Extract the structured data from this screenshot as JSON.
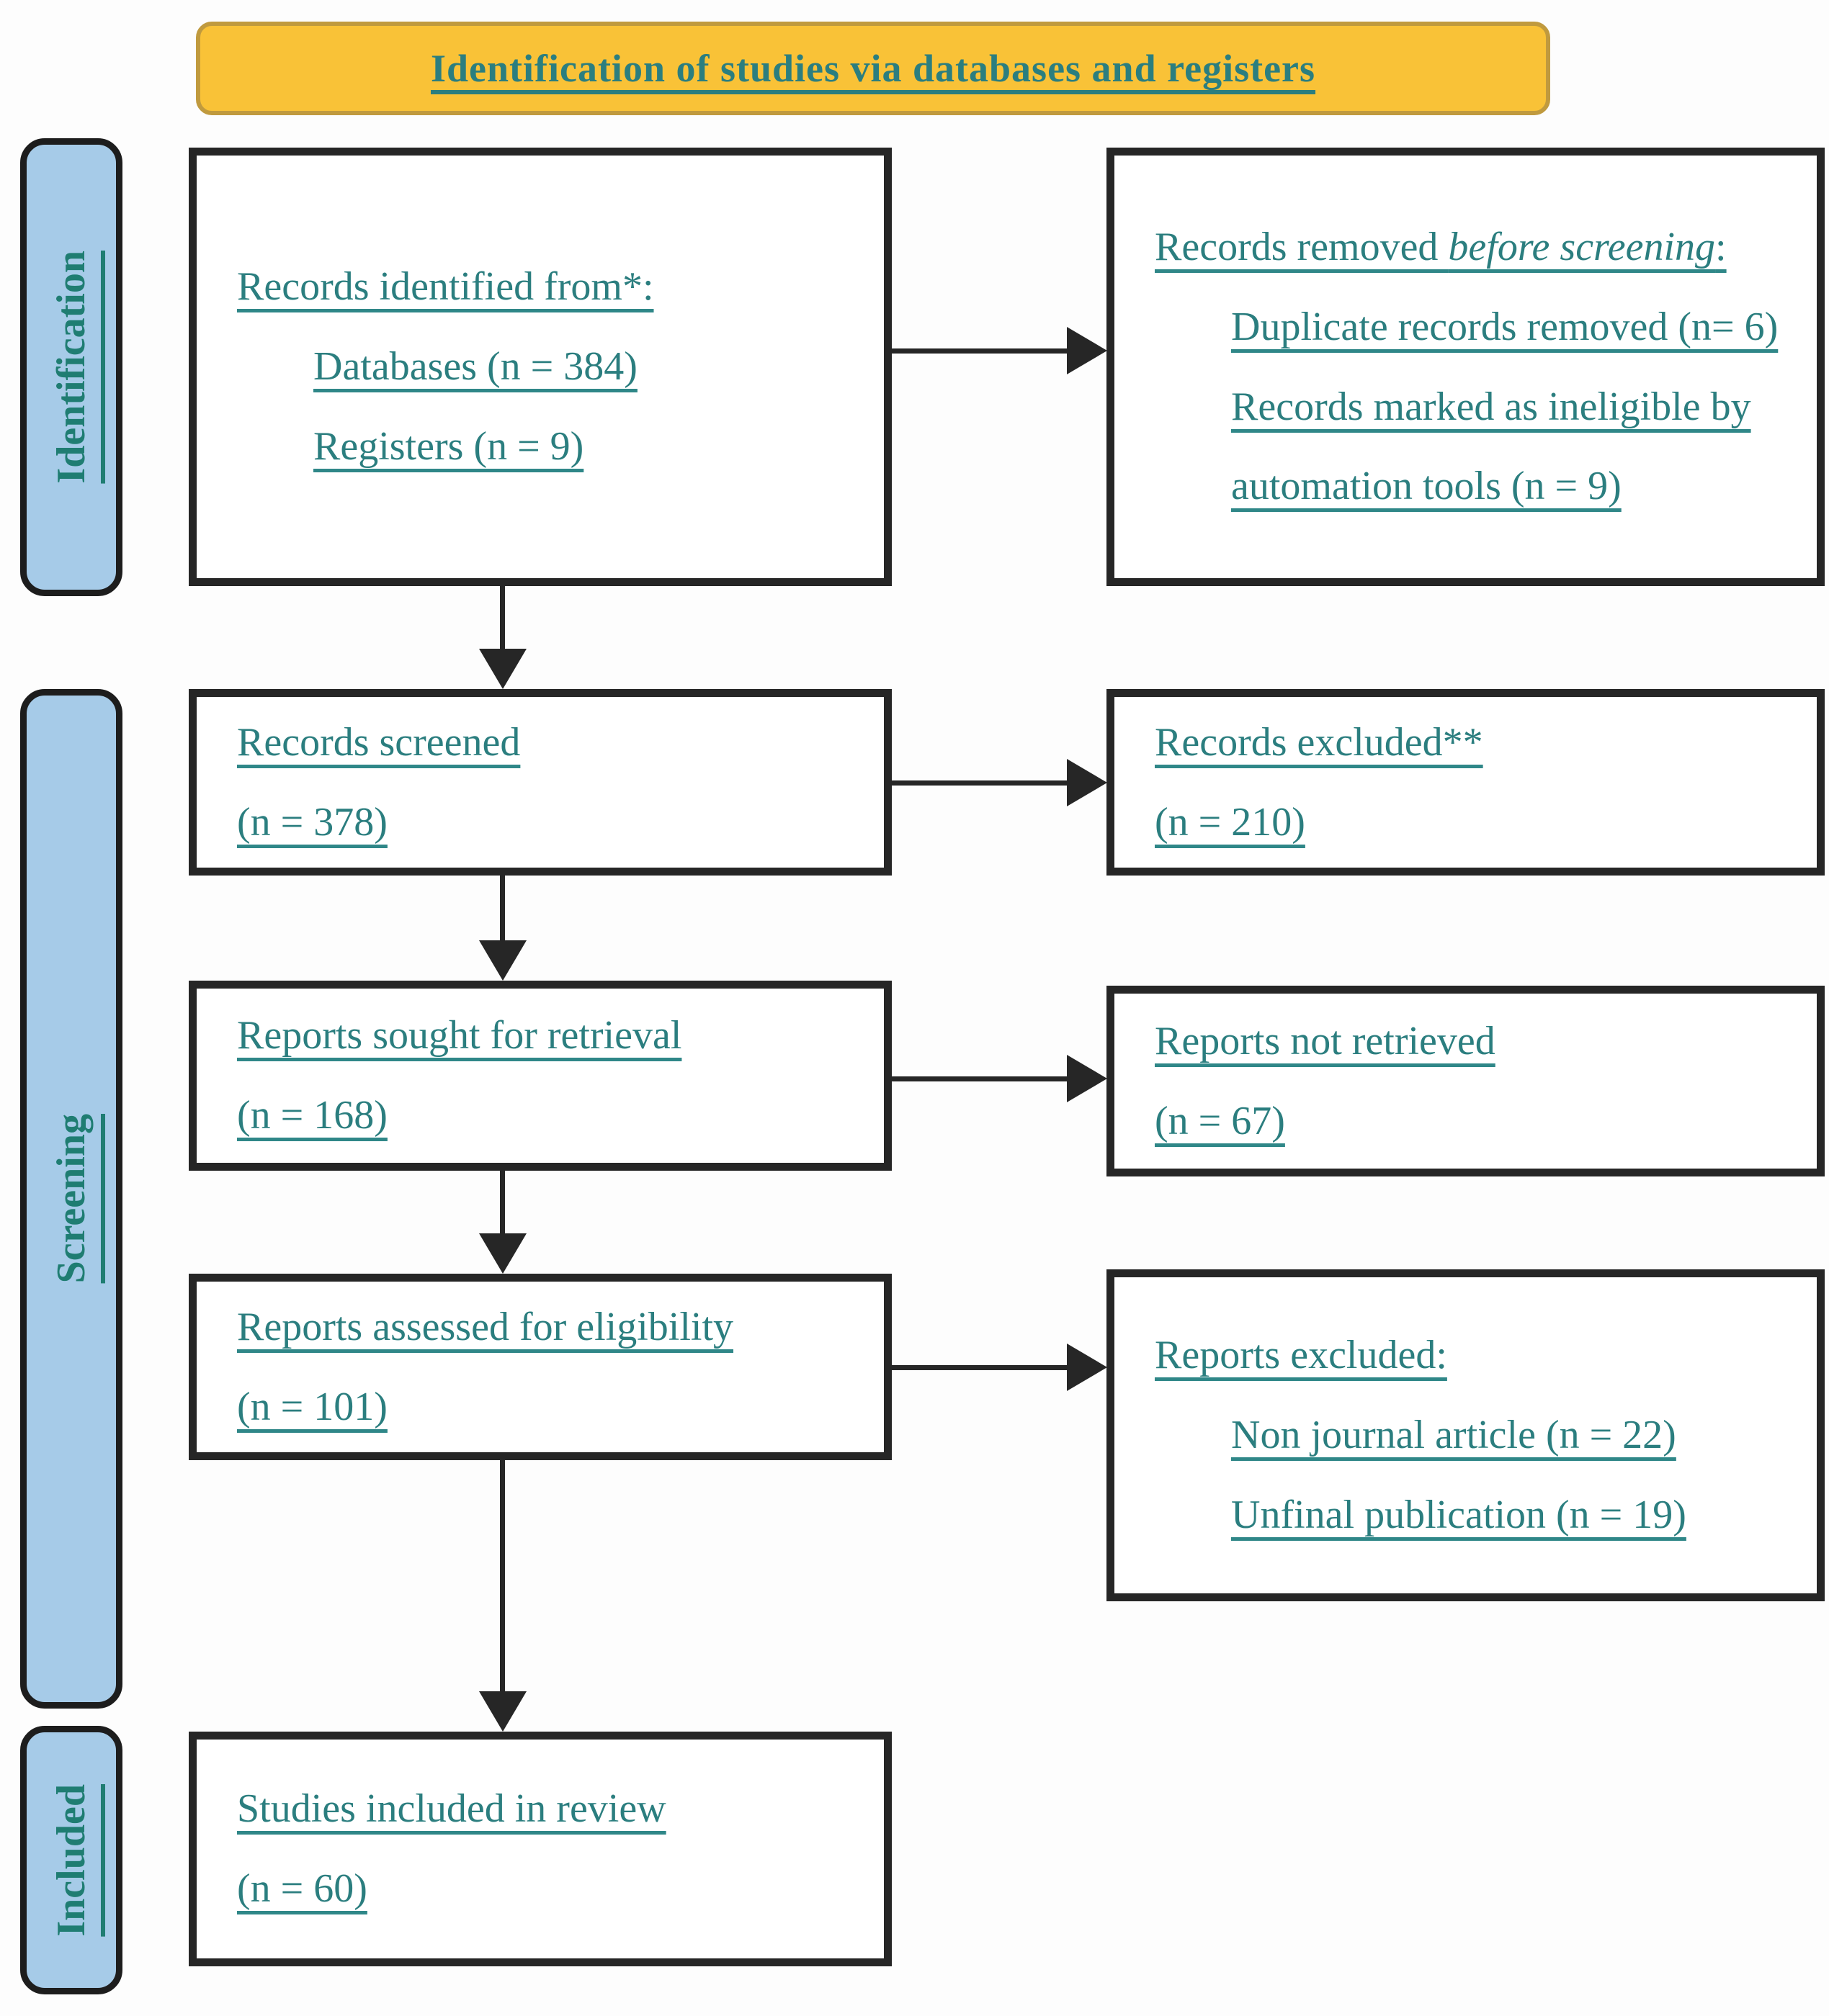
{
  "header": {
    "title": "Identification of studies via databases and registers"
  },
  "sidebar": {
    "identification": "Identification",
    "screening": "Screening",
    "included": "Included"
  },
  "flow": {
    "records_identified": {
      "intro": "Records identified from*:",
      "items": [
        "Databases (n = 384)",
        "Registers (n = 9)"
      ]
    },
    "records_removed": {
      "prefix": "Records removed ",
      "italic": "before screening",
      "suffix": ":",
      "items": [
        "Duplicate records removed (n= 6)",
        "Records marked as ineligible by automation tools (n = 9)"
      ]
    },
    "records_screened": {
      "lines": [
        "Records screened",
        "(n = 378)"
      ]
    },
    "records_excluded": {
      "lines": [
        "Records excluded**",
        "(n = 210)"
      ]
    },
    "reports_sought": {
      "lines": [
        "Reports sought for retrieval",
        "(n = 168)"
      ]
    },
    "reports_not_retrieved": {
      "lines": [
        "Reports not retrieved",
        "(n = 67)"
      ]
    },
    "reports_assessed": {
      "lines": [
        "Reports assessed for eligibility",
        "(n = 101)"
      ]
    },
    "reports_excluded": {
      "intro": "Reports excluded:",
      "items": [
        "Non journal article (n = 22)",
        "Unfinal publication (n = 19)"
      ]
    },
    "studies_included": {
      "lines": [
        "Studies included in review",
        "(n = 60)"
      ]
    }
  },
  "colors": {
    "accent_teal": "#2b7e7f",
    "banner_fill": "#f9c237",
    "banner_border": "#c09a3e",
    "stage_fill": "#a6cbe8",
    "box_border": "#262626"
  }
}
